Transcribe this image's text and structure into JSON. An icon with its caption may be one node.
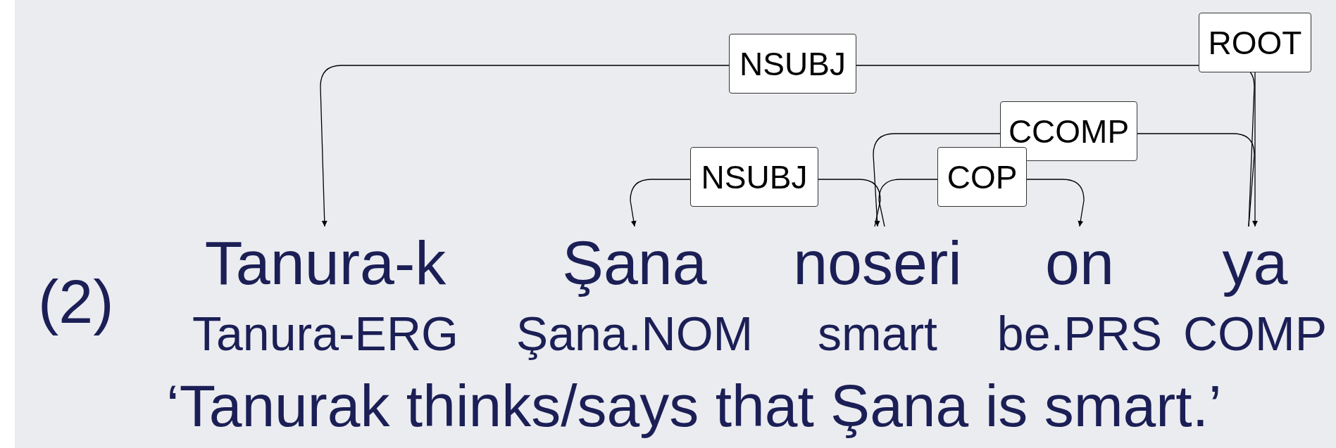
{
  "diagram": {
    "nodes": [
      {
        "text": [
          "Tanura-k"
        ],
        "beside": [
          "Tanura-ERG"
        ]
      },
      {
        "text": [
          "Şana"
        ],
        "beside": [
          "Şana.NOM"
        ]
      },
      {
        "text": [
          "noseri"
        ],
        "beside": [
          "smart"
        ]
      },
      {
        "text": [
          "on"
        ],
        "beside": [
          "be.PRS"
        ]
      },
      {
        "text": [
          "ya"
        ],
        "beside": [
          "COMP"
        ]
      }
    ],
    "edges": [
      {
        "from": 4,
        "to": 0,
        "arrow": "to",
        "label": "NSUBJ"
      },
      {
        "from": null,
        "to": 4,
        "arrow": "to",
        "label": "ROOT"
      },
      {
        "from": 4,
        "to": 2,
        "arrow": "to",
        "label": "CCOMP"
      },
      {
        "from": 2,
        "to": 1,
        "arrow": "to",
        "label": "NSUBJ"
      },
      {
        "from": 2,
        "to": 3,
        "arrow": "to",
        "label": "COP"
      }
    ],
    "labels": [
      "(2)",
      "‘Tanurak thinks/says that Şana is smart.’"
    ]
  }
}
